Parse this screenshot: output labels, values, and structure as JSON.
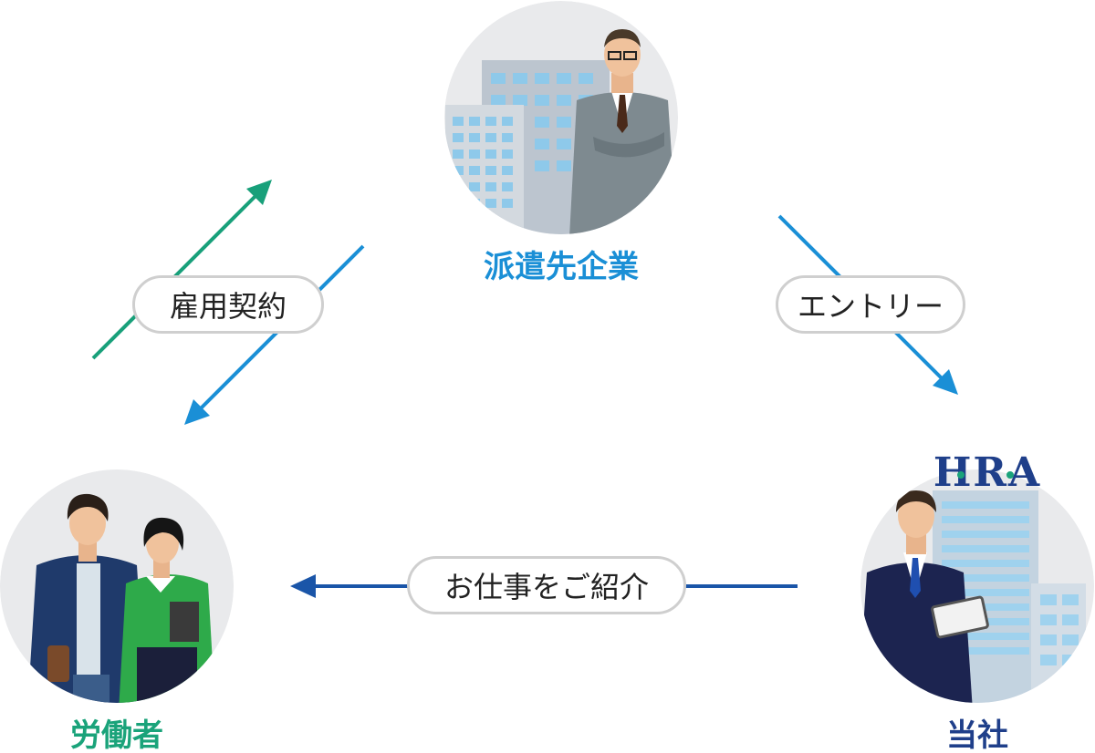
{
  "nodes": {
    "client_company": {
      "label": "派遣先企業",
      "color": "#1a8fd6"
    },
    "worker": {
      "label": "労働者",
      "color": "#1aa37a"
    },
    "our_company": {
      "label": "当社",
      "color": "#1f3f8a",
      "logo_text": "HRA"
    }
  },
  "edges": {
    "employment_contract": {
      "label": "雇用契約"
    },
    "entry": {
      "label": "エントリー"
    },
    "job_introduction": {
      "label": "お仕事をご紹介"
    }
  },
  "colors": {
    "green_arrow": "#18a07a",
    "blue_arrow": "#1a8fd6",
    "navy_arrow": "#1a55a8"
  }
}
